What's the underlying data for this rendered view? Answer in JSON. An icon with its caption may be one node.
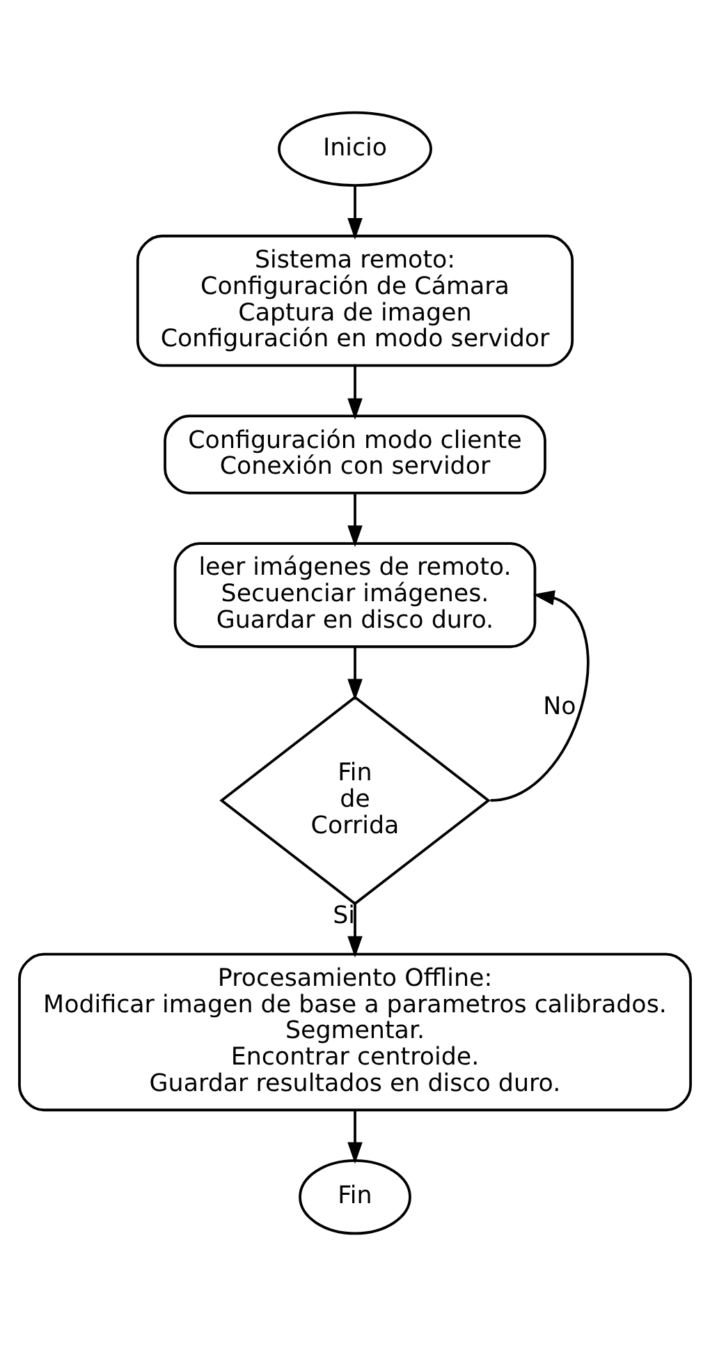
{
  "diagram": {
    "nodes": [
      {
        "text": [
          "Inicio"
        ]
      },
      {
        "text": [
          "Sistema remoto:",
          "Configuración de Cámara",
          "Captura de imagen",
          "Configuración en modo servidor"
        ]
      },
      {
        "text": [
          "Configuración modo cliente",
          "Conexión con servidor"
        ]
      },
      {
        "text": [
          "leer imágenes de remoto.",
          "Secuenciar imágenes.",
          "Guardar en disco duro."
        ]
      },
      {
        "text": [
          "Fin de Corrida"
        ]
      },
      {
        "text": [
          "Procesamiento Offline:",
          "Modificar imagen de base a parametros calibrados.",
          "Segmentar.",
          "Encontrar centroide.",
          "Guardar resultados en disco duro."
        ]
      },
      {
        "text": [
          "Fin"
        ]
      }
    ],
    "edges": [
      {
        "from": 0,
        "to": 1,
        "arrow": "to"
      },
      {
        "from": 1,
        "to": 2,
        "arrow": "to"
      },
      {
        "from": 2,
        "to": 3,
        "arrow": "to"
      },
      {
        "from": 3,
        "to": 4,
        "arrow": "to"
      },
      {
        "from": 4,
        "to": 3,
        "arrow": "to",
        "label": "No"
      },
      {
        "from": 4,
        "to": 5,
        "arrow": "to",
        "label": "Si"
      },
      {
        "from": 5,
        "to": 6,
        "arrow": "to"
      }
    ]
  }
}
